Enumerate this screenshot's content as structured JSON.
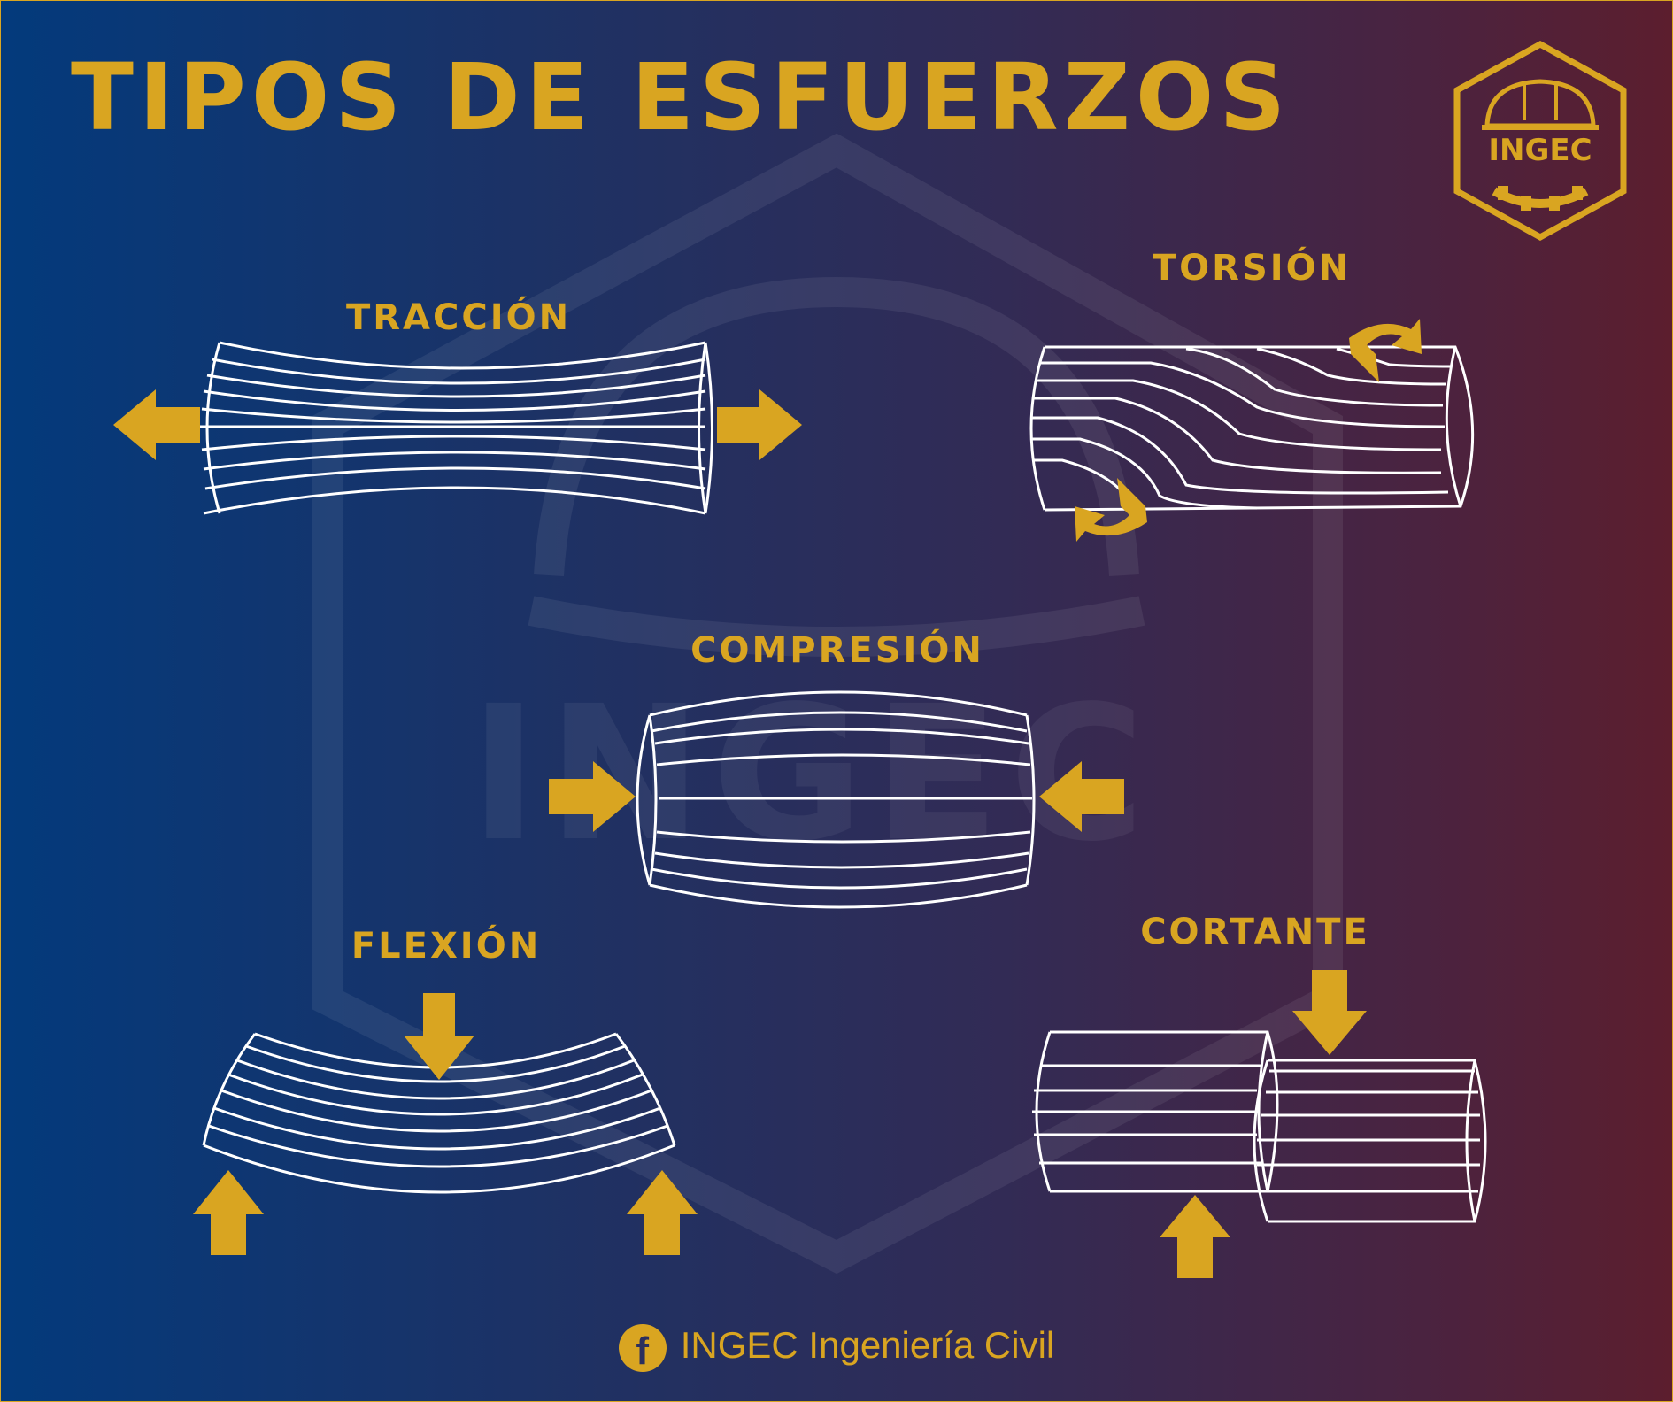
{
  "title": "TIPOS DE ESFUERZOS",
  "logo": {
    "text": "INGEC",
    "icon": "hexagon-helmet-gear-logo"
  },
  "watermark": {
    "text": "INGEC"
  },
  "colors": {
    "accent": "#d9a521",
    "line": "#ffffff",
    "bg_left": "#033a7c",
    "bg_right": "#5c1e2e"
  },
  "stresses": [
    {
      "id": "traccion",
      "label": "TRACCIÓN"
    },
    {
      "id": "torsion",
      "label": "TORSIÓN"
    },
    {
      "id": "compresion",
      "label": "COMPRESIÓN"
    },
    {
      "id": "flexion",
      "label": "FLEXIÓN"
    },
    {
      "id": "cortante",
      "label": "CORTANTE"
    }
  ],
  "footer": {
    "icon": "facebook-icon",
    "text": "INGEC Ingeniería Civil"
  }
}
